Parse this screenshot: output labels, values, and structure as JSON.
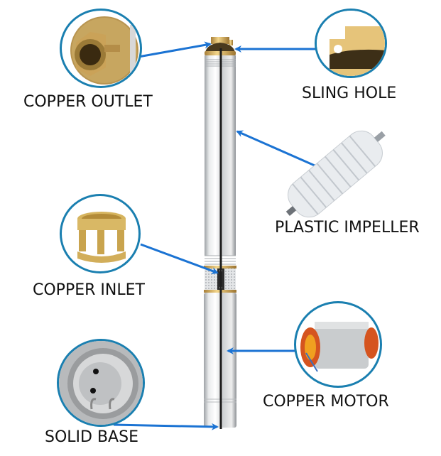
{
  "title": "Submersible pump features",
  "accent_color": "#1a7fb0",
  "arrow_color": "#1b73d3",
  "features": [
    {
      "id": "copper-outlet",
      "label": "COPPER OUTLET"
    },
    {
      "id": "sling-hole",
      "label": "SLING HOLE"
    },
    {
      "id": "plastic-impeller",
      "label": "PLASTIC IMPELLER"
    },
    {
      "id": "copper-inlet",
      "label": "COPPER INLET"
    },
    {
      "id": "copper-motor",
      "label": "COPPER MOTOR"
    },
    {
      "id": "solid-base",
      "label": "SOLID BASE"
    }
  ]
}
